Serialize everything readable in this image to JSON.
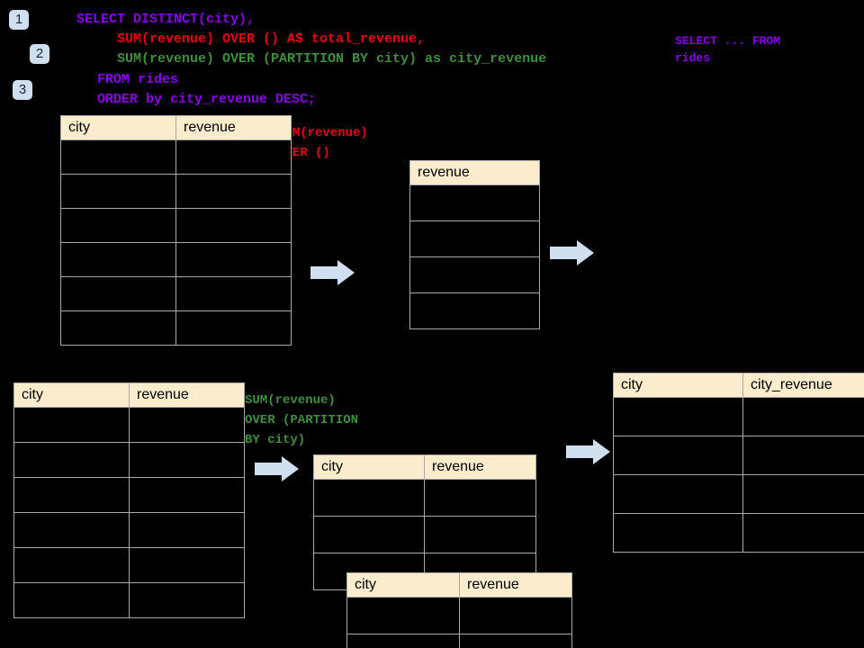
{
  "steps": [
    {
      "label": "1"
    },
    {
      "label": "2"
    },
    {
      "label": "3"
    }
  ],
  "query": {
    "line1": "SELECT DISTINCT(city),",
    "line2": "SUM(revenue) OVER () AS total_revenue,",
    "line3": "SUM(revenue) OVER (PARTITION BY city) as city_revenue",
    "line4": "FROM rides",
    "line5": "ORDER by city_revenue DESC;"
  },
  "annotations": {
    "select_from_rides": "SELECT ... FROM\nrides",
    "sum_over_empty": "SUM(revenue)\nOVER ()",
    "sum_over_partition": "SUM(revenue)\nOVER (PARTITION\nBY city)"
  },
  "colors": {
    "purple": "#8a00ee",
    "red": "#ea0012",
    "green": "#3f8f3f",
    "header_fill": "#fbeccd",
    "arrow_fill": "#cfdfef",
    "badge_fill": "#cfdfef",
    "grid_line": "#a9a9a9",
    "background": "#000000"
  },
  "tables": {
    "source_top": {
      "headers": [
        "city",
        "revenue"
      ],
      "row_count": 6
    },
    "total_revenue": {
      "headers": [
        "revenue"
      ],
      "row_count": 4
    },
    "source_bottom": {
      "headers": [
        "city",
        "revenue"
      ],
      "row_count": 6
    },
    "partition_back": {
      "headers": [
        "city",
        "revenue"
      ],
      "row_count": 3
    },
    "partition_front": {
      "headers": [
        "city",
        "revenue"
      ],
      "row_count": 2
    },
    "result": {
      "headers": [
        "city",
        "city_revenue"
      ],
      "row_count": 4
    }
  },
  "arrows": [
    {
      "name": "arrow-source-to-total"
    },
    {
      "name": "arrow-total-to-result"
    },
    {
      "name": "arrow-source-to-partition"
    },
    {
      "name": "arrow-partition-to-result"
    }
  ]
}
